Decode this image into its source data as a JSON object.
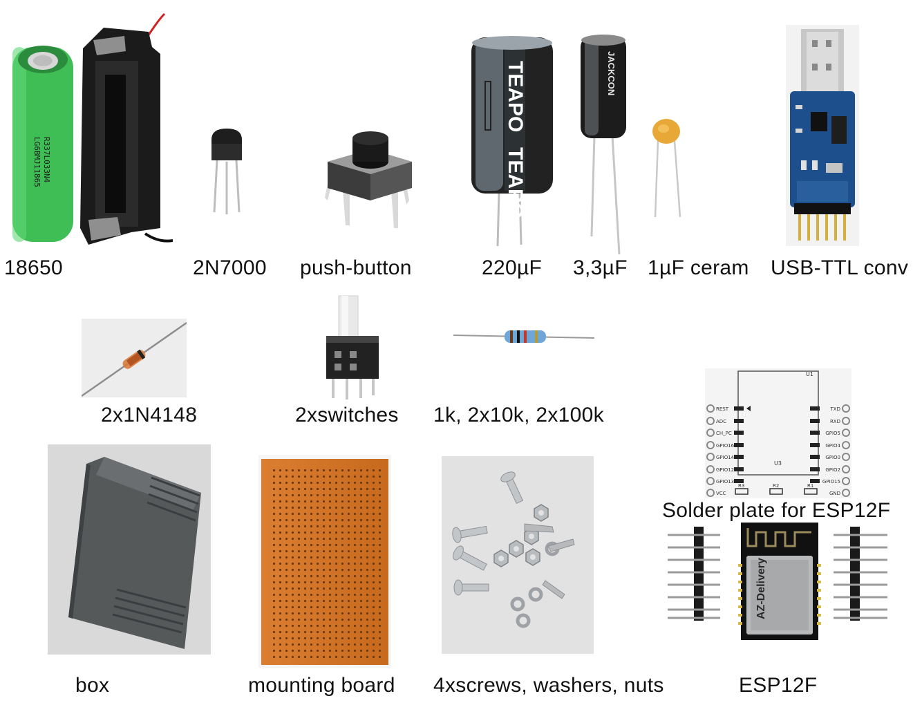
{
  "labels": {
    "battery": "18650",
    "transistor": "2N7000",
    "push_button": "push-button",
    "cap_220": "220µF",
    "cap_3_3": "3,3µF",
    "cap_ceramic": "1µF ceram",
    "usb_ttl": "USB-TTL conv",
    "diode": "2x1N4148",
    "switches": "2xswitches",
    "resistors": "1k, 2x10k, 2x100k",
    "solder_plate": "Solder plate for ESP12F",
    "box": "box",
    "mounting_board": "mounting board",
    "screws": "4xscrews, washers, nuts",
    "esp12f": "ESP12F"
  },
  "printed_marks": {
    "battery_text_1": "LG6BMJ11865",
    "battery_text_2": "R337L033N4",
    "cap_220_text": "TEAPO",
    "cap_3_3_text": "JACKCON",
    "esp_brand": "AZ-Delivery",
    "plate_u1": "U1",
    "plate_u3": "U3",
    "plate_left_pins": [
      "REST",
      "ADC",
      "CH_PC",
      "GPIO16",
      "GPIO14",
      "GPIO12",
      "GPIO13",
      "VCC"
    ],
    "plate_right_pins": [
      "TXD",
      "RXD",
      "GPIO5",
      "GPIO4",
      "GPIO0",
      "GPIO2",
      "GPIO15",
      "GND"
    ],
    "plate_r3": "R3",
    "plate_r2": "R2",
    "plate_r1": "R1"
  },
  "colors": {
    "battery_green": "#3fbe55",
    "pcb_blue": "#1d4f8c",
    "perfboard_orange": "#d9731f",
    "ceramic_cap": "#e8a838",
    "box_grey": "#55595a"
  }
}
